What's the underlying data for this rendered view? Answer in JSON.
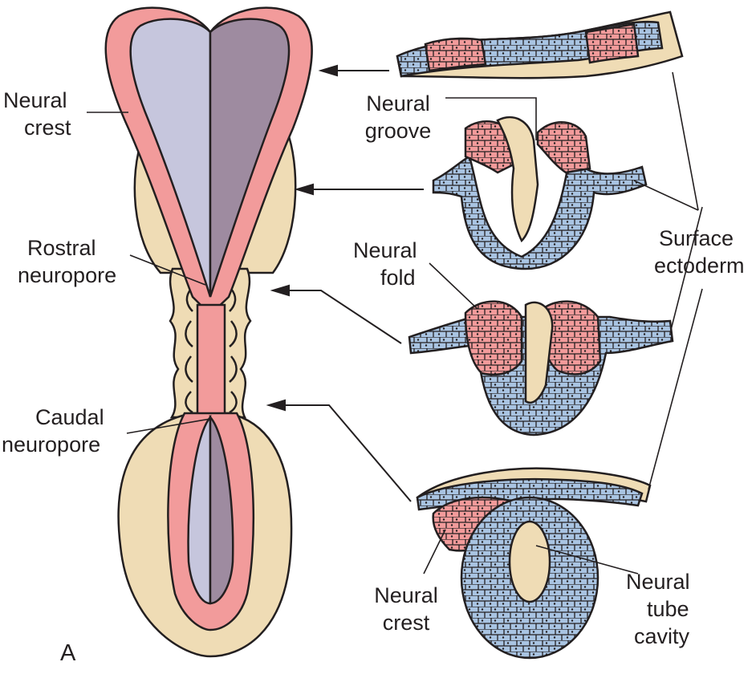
{
  "panel_letter": "A",
  "labels": {
    "neural_crest_top": [
      "Neural",
      "crest"
    ],
    "rostral_neuropore": [
      "Rostral",
      "neuropore"
    ],
    "caudal_neuropore": [
      "Caudal",
      "neuropore"
    ],
    "neural_groove": [
      "Neural",
      "groove"
    ],
    "neural_fold": [
      "Neural",
      "fold"
    ],
    "surface_ectoderm": [
      "Surface",
      "ectoderm"
    ],
    "neural_crest_bottom": [
      "Neural",
      "crest"
    ],
    "neural_tube_cavity": [
      "Neural",
      "tube",
      "cavity"
    ]
  },
  "colors": {
    "neural_crest": "#f29b9b",
    "neural_plate_left": "#c6c6dd",
    "neural_plate_right": "#9e8ba0",
    "somite_tissue": "#efdcb5",
    "ectoderm_cells": "#a9c4e2",
    "outline": "#231f20"
  }
}
